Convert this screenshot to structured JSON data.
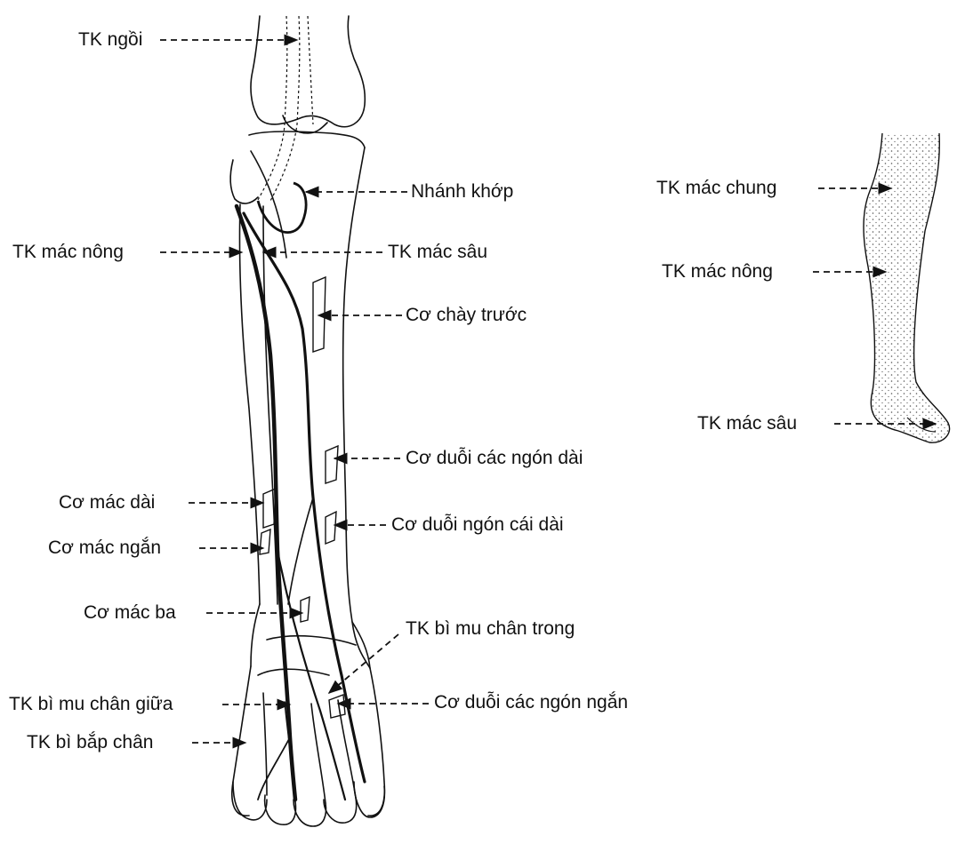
{
  "colors": {
    "ink": "#111111",
    "paper": "#ffffff",
    "stipple": "#555555"
  },
  "labels": {
    "tk_ngoi": "TK ngồi",
    "nhanh_khop": "Nhánh khớp",
    "tk_mac_nong": "TK mác nông",
    "tk_mac_sau": "TK mác sâu",
    "co_chay_truoc": "Cơ chày trước",
    "co_duoi_cac_ngon_dai": "Cơ duỗi các ngón dài",
    "co_mac_dai": "Cơ mác dài",
    "co_duoi_ngon_cai_dai": "Cơ duỗi ngón cái dài",
    "co_mac_ngan": "Cơ mác ngắn",
    "co_mac_ba": "Cơ mác ba",
    "tk_bi_mu_chan_trong": "TK bì mu chân trong",
    "tk_bi_mu_chan_giua": "TK bì mu chân giữa",
    "co_duoi_cac_ngon_ngan": "Cơ duỗi các ngón ngắn",
    "tk_bi_bap_chan": "TK bì bắp chân"
  },
  "inset_labels": {
    "tk_mac_chung": "TK mác chung",
    "tk_mac_nong": "TK mác nông",
    "tk_mac_sau": "TK mác sâu"
  }
}
